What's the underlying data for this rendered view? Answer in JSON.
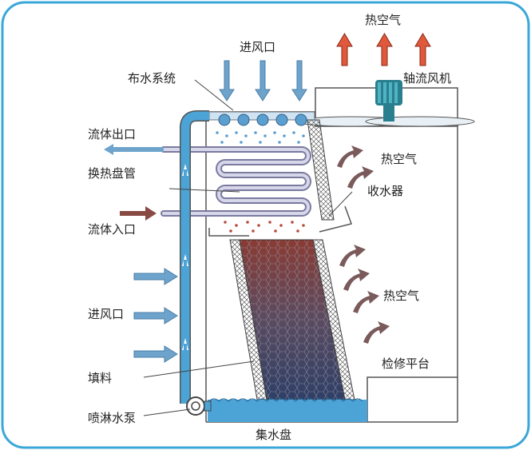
{
  "labels": {
    "inlet_top": "进风口",
    "hot_air_top": "热空气",
    "axial_fan": "轴流风机",
    "water_distribution": "布水系统",
    "fluid_outlet": "流体出口",
    "hot_air_mid": "热空气",
    "heat_exchange_coil": "换热盘管",
    "drift_eliminator": "收水器",
    "fluid_inlet": "流体入口",
    "hot_air_low": "热空气",
    "inlet_side": "进风口",
    "service_platform": "检修平台",
    "fill": "填料",
    "spray_pump": "喷淋水泵",
    "water_basin": "集水盘"
  },
  "colors": {
    "frame": "#3aa7d8",
    "outline": "#555555",
    "water_blue": "#5b9fd0",
    "cold_arrow": "#6ea3cc",
    "hot_arrow": "#e0593b",
    "warm_arrow": "#7a5a5a",
    "outlet_arrow": "#6ea3cc",
    "inlet_arrow": "#8a4a44",
    "fan_motor": "#2a7f8f",
    "basin": "#4ba3d6"
  }
}
